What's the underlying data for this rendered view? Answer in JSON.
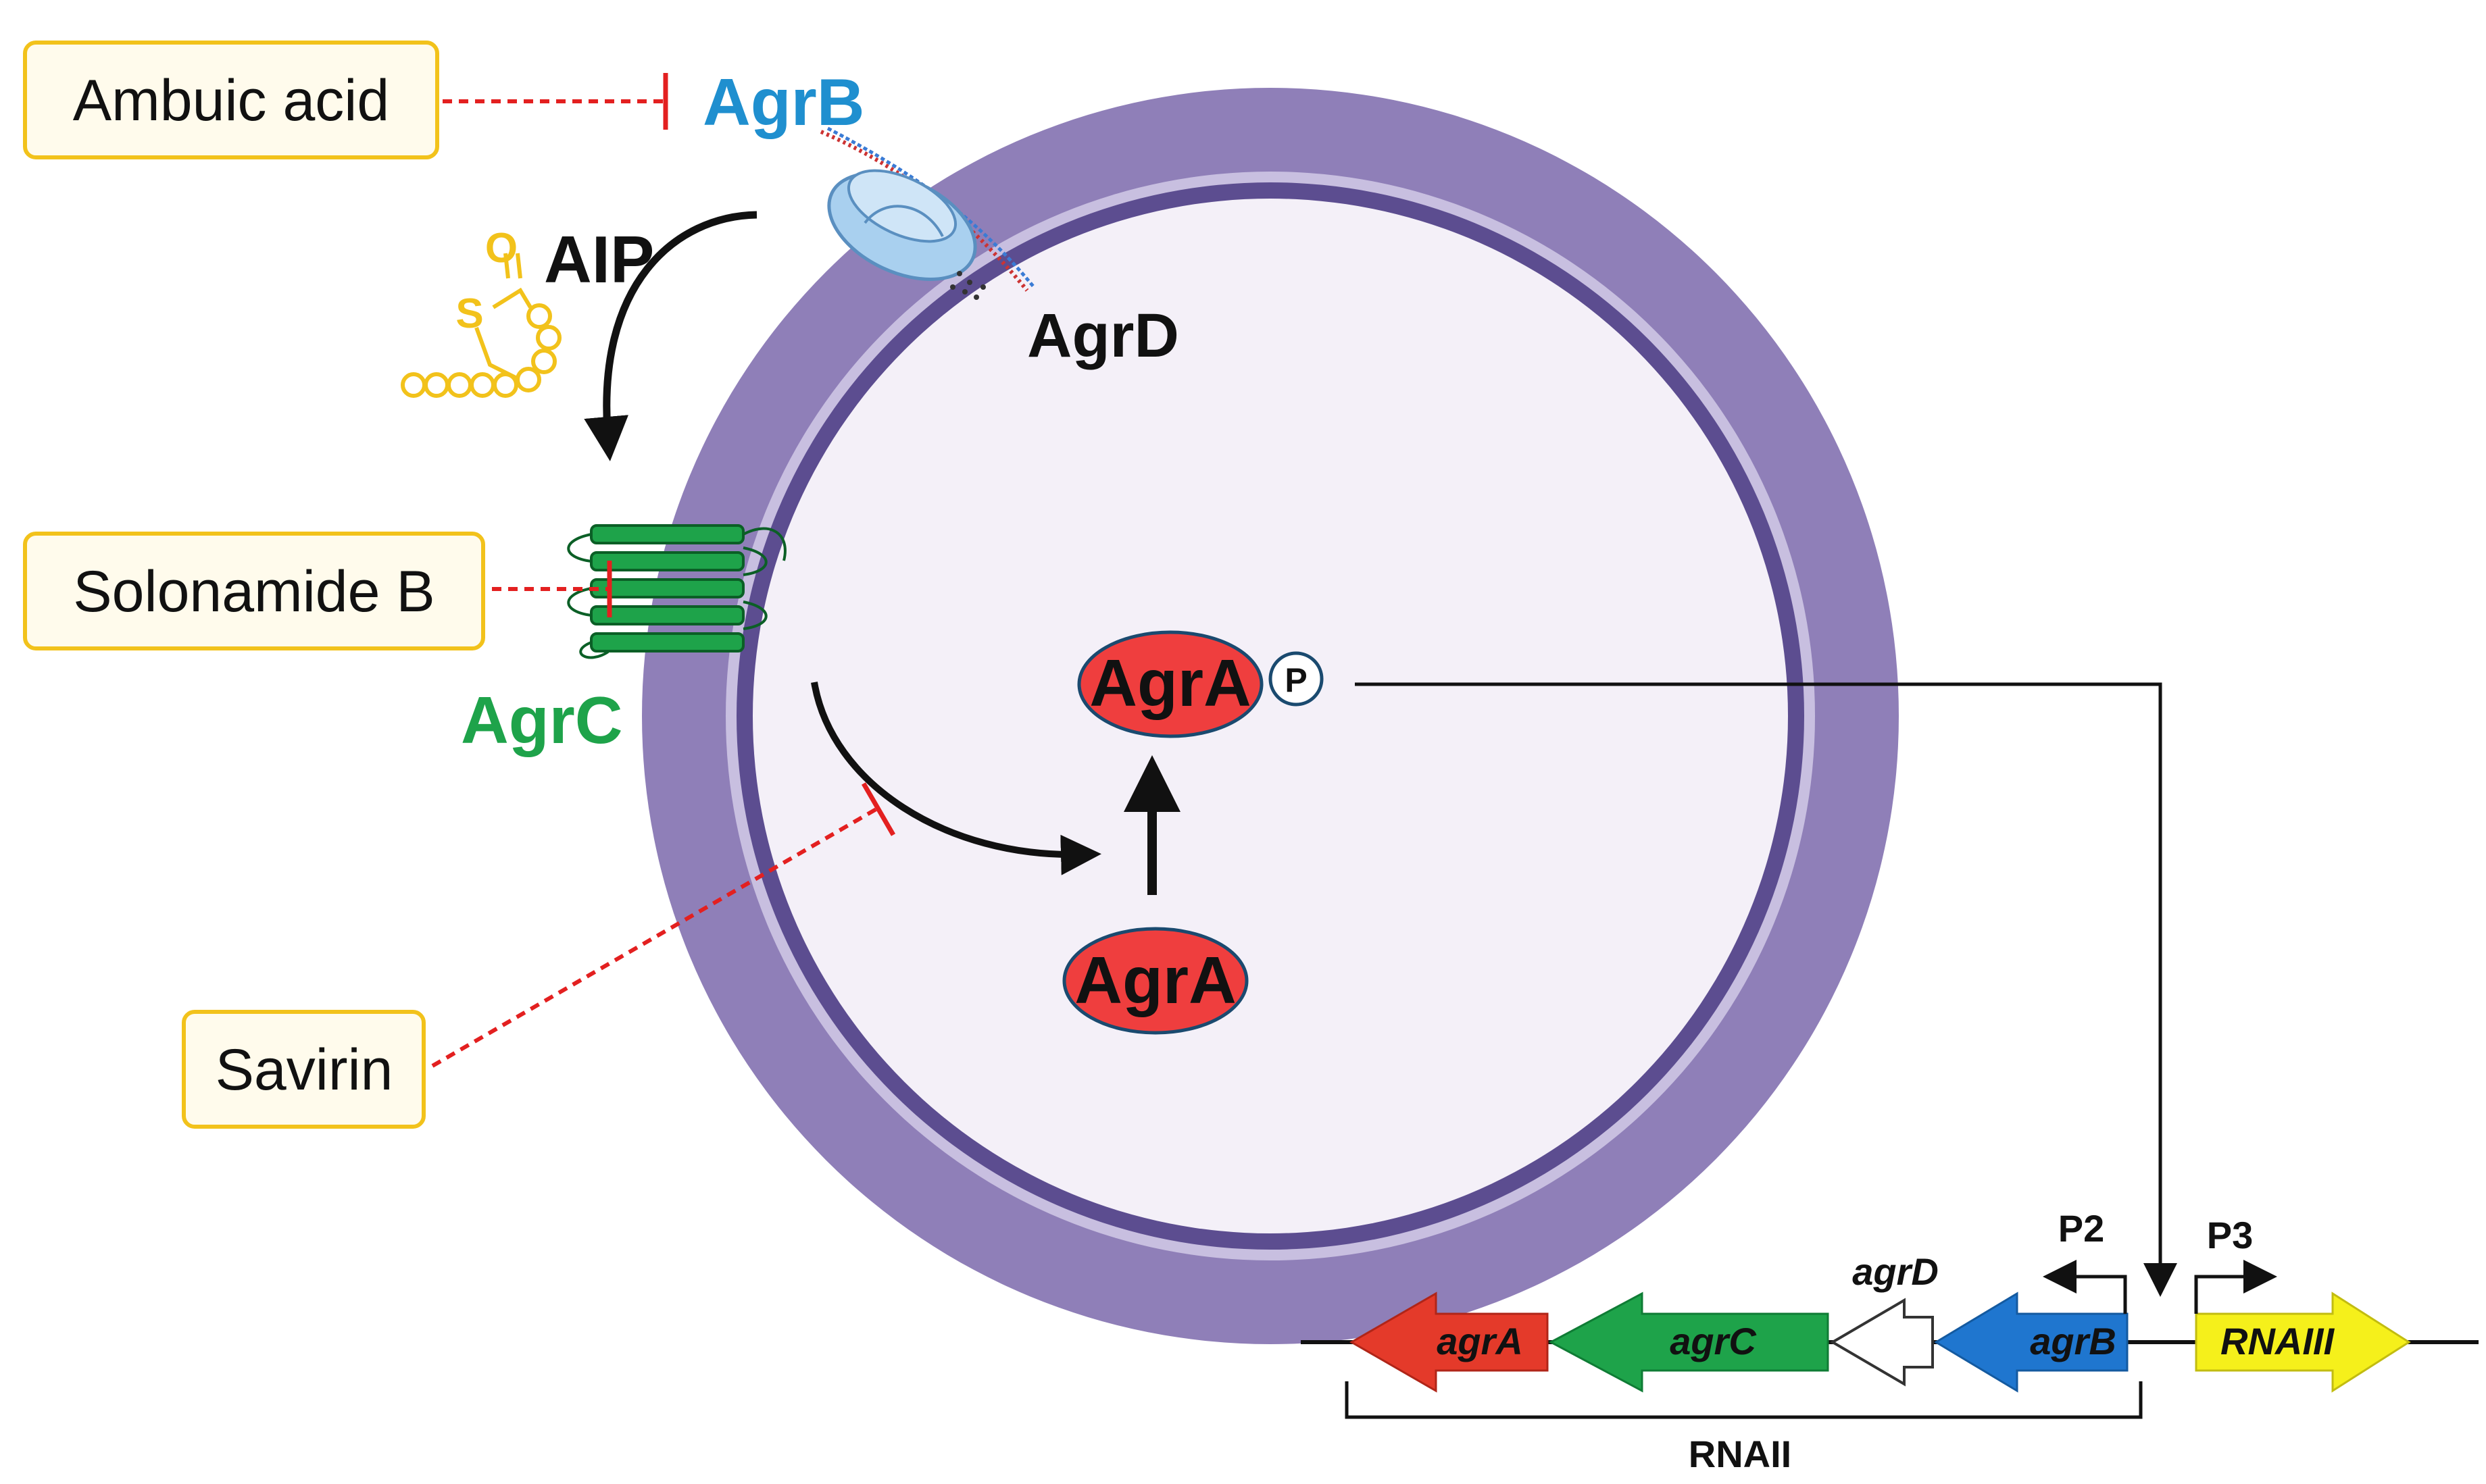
{
  "inhibitors": {
    "ambuic": "Ambuic acid",
    "solonamide": "Solonamide B",
    "savirin": "Savirin"
  },
  "labels": {
    "agrB": "AgrB",
    "agrC": "AgrC",
    "agrD": "AgrD",
    "aip": "AIP",
    "agrA_active": "AgrA",
    "agrA_inactive": "AgrA",
    "phospho": "P",
    "thiol_s": "S",
    "thiol_o": "O"
  },
  "operon": {
    "genes": [
      "agrA",
      "agrC",
      "agrD",
      "agrB",
      "RNAIII"
    ],
    "promoter_p2": "P2",
    "promoter_p3": "P3",
    "transcript": "RNAII"
  },
  "colors": {
    "cell_wall": "#8f7fb8",
    "membrane_dark": "#5c4d90",
    "membrane_light": "#c8bfe0",
    "cytoplasm": "#f4f0f8",
    "agrA": "#ef3e3e",
    "agrB": "#1f8fcf",
    "agrC": "#1ea34a",
    "aip": "#f2c21b",
    "box_fill": "#fffbec",
    "box_border": "#f2c21b",
    "inhibit": "#e32020",
    "rnaiii": "#f5f01b"
  }
}
